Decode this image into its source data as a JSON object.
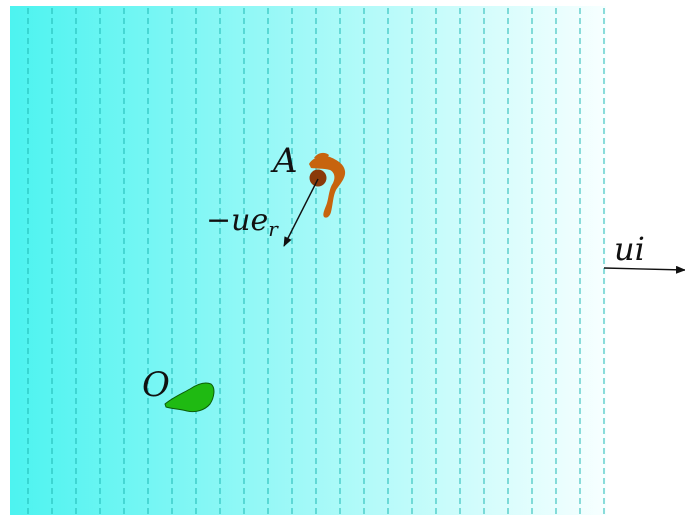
{
  "labels": {
    "point_a": "A",
    "point_o": "O",
    "swimmer_velocity": "−ue",
    "swimmer_velocity_sub": "r",
    "current_velocity": "ui"
  },
  "colors": {
    "water_left": "#4df3f0",
    "water_right": "#f7ffff",
    "stripe": "#1fb8b4",
    "swimmer": "#c7640e",
    "swimmer_head": "#8a3a0a",
    "island_fill": "#1fba12",
    "island_stroke": "#0b5e08",
    "arrow": "#111111"
  },
  "icons": {
    "swimmer": "swimmer-figure-icon",
    "island": "island-icon"
  }
}
